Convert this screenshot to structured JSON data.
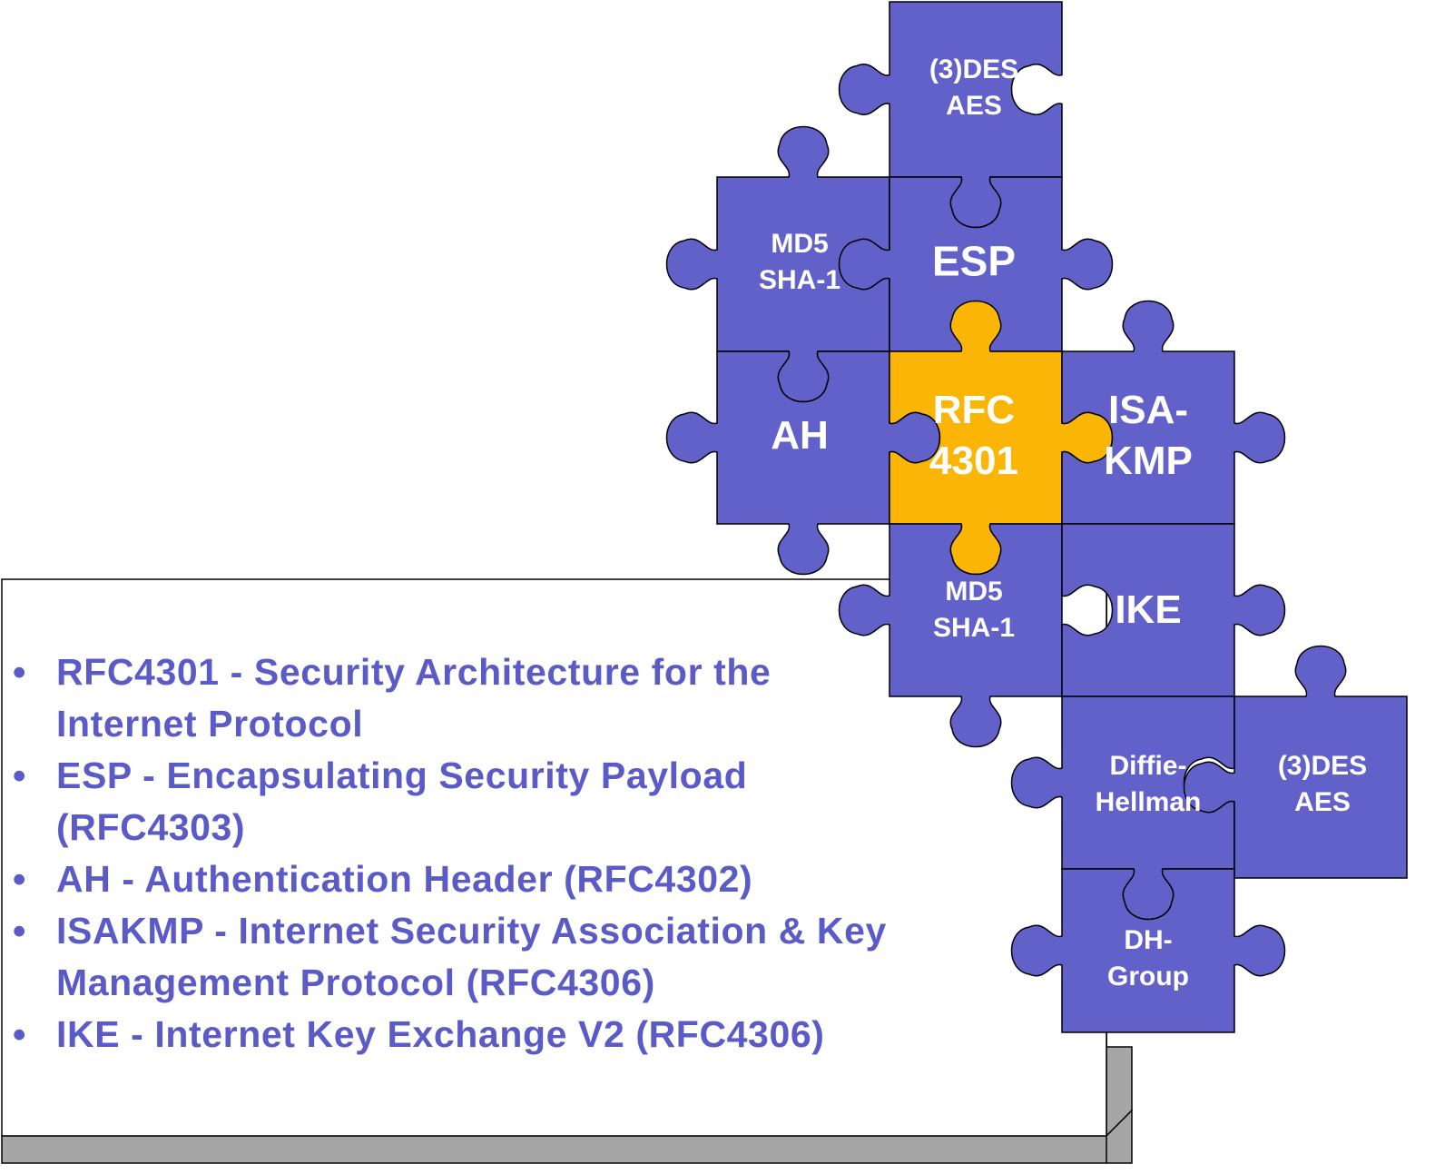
{
  "colors": {
    "piece": "#6161c9",
    "center_piece": "#fbb506",
    "piece_text": "#ffffff",
    "bullet_text": "#5b5bc8",
    "box_side": "#a6a6a6"
  },
  "puzzle": {
    "top_cipher": [
      "(3)DES",
      "AES"
    ],
    "top_hash": [
      "MD5",
      "SHA-1"
    ],
    "esp": [
      "ESP"
    ],
    "ah": [
      "AH"
    ],
    "rfc": [
      "RFC",
      "4301"
    ],
    "isakmp": [
      "ISA-",
      "KMP"
    ],
    "bottom_hash": [
      "MD5",
      "SHA-1"
    ],
    "ike": [
      "IKE"
    ],
    "diffie": [
      "Diffie-",
      "Hellman"
    ],
    "bottom_cipher": [
      "(3)DES",
      "AES"
    ],
    "dh_group": [
      "DH-",
      "Group"
    ]
  },
  "bullets": {
    "marker": "•",
    "items": [
      [
        "RFC4301 - Security Architecture for the",
        "Internet Protocol"
      ],
      [
        "ESP - Encapsulating Security Payload",
        "(RFC4303)"
      ],
      [
        "AH - Authentication Header (RFC4302)"
      ],
      [
        "ISAKMP - Internet Security Association & Key",
        "Management Protocol (RFC4306)"
      ],
      [
        "IKE - Internet Key Exchange V2 (RFC4306)"
      ]
    ]
  }
}
